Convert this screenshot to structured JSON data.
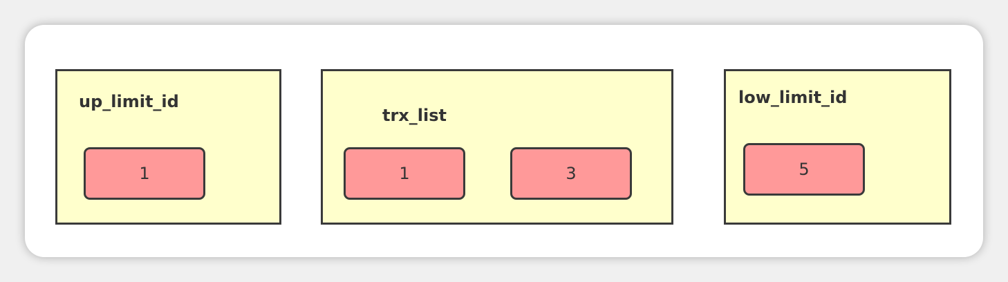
{
  "colors": {
    "background": "#f0f0f0",
    "card": "#ffffff",
    "box_fill": "#ffffcc",
    "cell_fill": "#ff9999",
    "border": "#3a3a3a",
    "text": "#333333"
  },
  "diagram": {
    "up_limit": {
      "title": "up_limit_id",
      "values": [
        "1"
      ]
    },
    "trx_list": {
      "title": "trx_list",
      "values": [
        "1",
        "3"
      ]
    },
    "low_limit": {
      "title": "low_limit_id",
      "values": [
        "5"
      ]
    }
  }
}
